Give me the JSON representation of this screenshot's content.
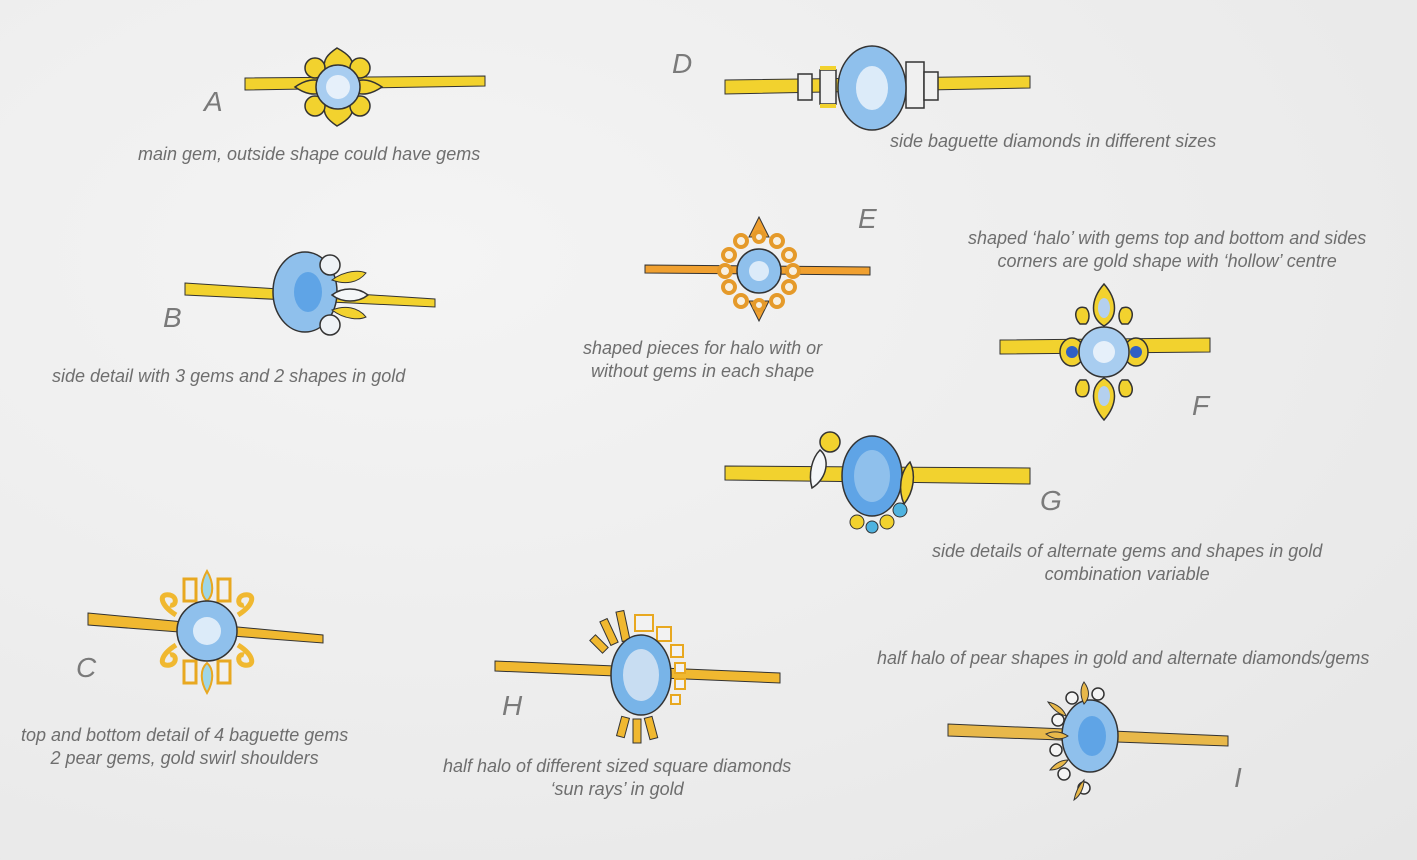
{
  "designs": [
    {
      "letter": "A",
      "caption": "main gem, outside shape could have gems"
    },
    {
      "letter": "B",
      "caption": "side detail with 3 gems and 2 shapes in gold"
    },
    {
      "letter": "C",
      "caption_lines": [
        "top and bottom detail of 4 baguette gems",
        "2 pear gems, gold swirl shoulders"
      ]
    },
    {
      "letter": "D",
      "caption": "side baguette diamonds in different sizes"
    },
    {
      "letter": "E",
      "caption_lines": [
        "shaped pieces for halo with or",
        "without gems in each shape"
      ]
    },
    {
      "letter": "F",
      "caption_lines": [
        "shaped ‘halo’ with gems top and bottom and sides",
        "corners are gold shape with ‘hollow’ centre"
      ]
    },
    {
      "letter": "G",
      "caption_lines": [
        "side details of alternate gems and shapes in gold",
        "combination variable"
      ]
    },
    {
      "letter": "H",
      "caption_lines": [
        "half halo of different sized square diamonds",
        "‘sun rays’ in gold"
      ]
    },
    {
      "letter": "I",
      "caption": "half halo of pear shapes in gold and alternate diamonds/gems"
    }
  ],
  "colors": {
    "gold": "#f2d22e",
    "gold_orange": "#f0a030",
    "gem_blue": "#8fc0ec",
    "gem_deep": "#3a7fd8",
    "outline": "#2a2a2a",
    "text": "#6e6e6e"
  }
}
